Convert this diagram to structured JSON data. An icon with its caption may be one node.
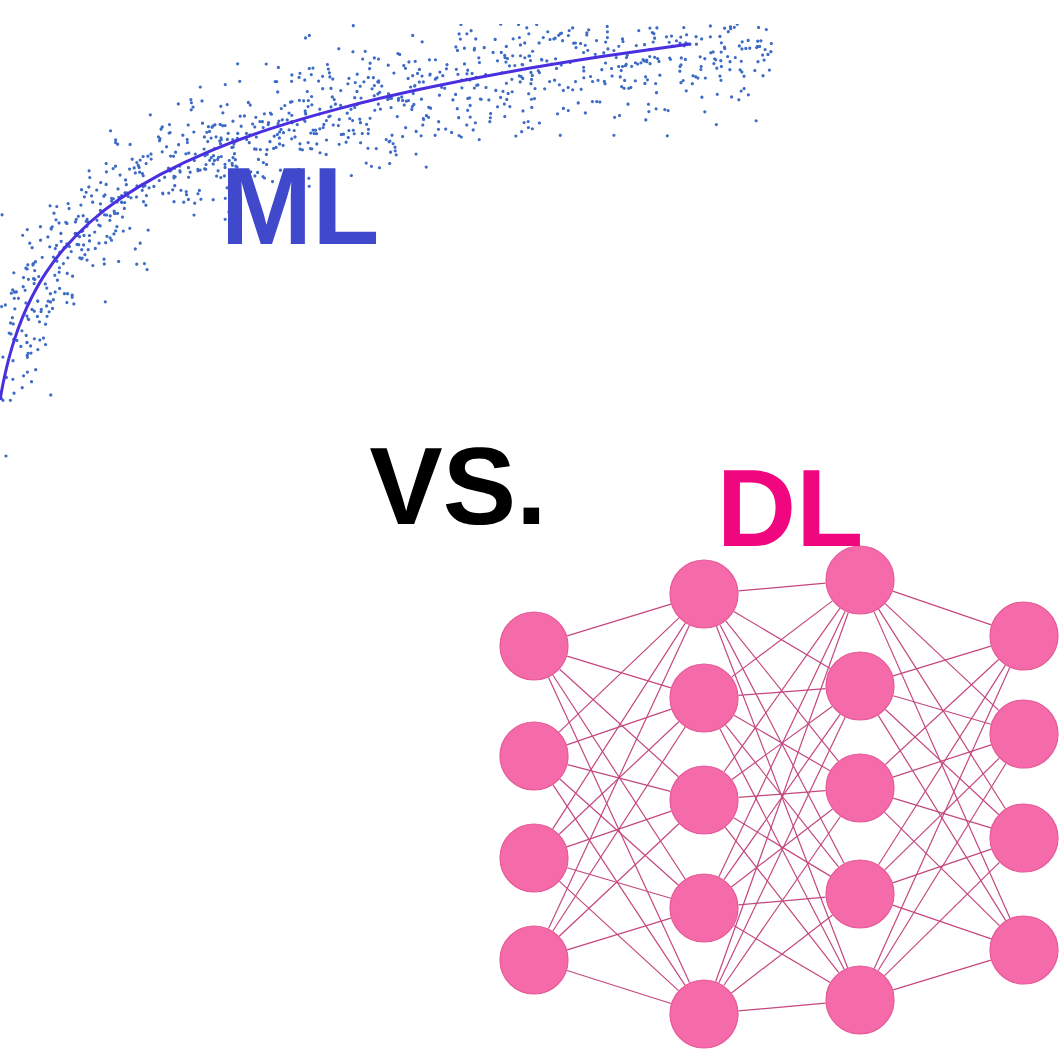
{
  "diagram": {
    "nodes": [
      {
        "text": [],
        "shape": "circle"
      },
      {
        "text": [],
        "shape": "circle"
      },
      {
        "text": [],
        "shape": "circle"
      },
      {
        "text": [],
        "shape": "circle"
      },
      {
        "text": [],
        "shape": "circle"
      },
      {
        "text": [],
        "shape": "circle"
      },
      {
        "text": [],
        "shape": "circle"
      },
      {
        "text": [],
        "shape": "circle"
      },
      {
        "text": [],
        "shape": "circle"
      },
      {
        "text": [],
        "shape": "circle"
      },
      {
        "text": [],
        "shape": "circle"
      },
      {
        "text": [],
        "shape": "circle"
      },
      {
        "text": [],
        "shape": "circle"
      },
      {
        "text": [],
        "shape": "circle"
      },
      {
        "text": [],
        "shape": "circle"
      },
      {
        "text": [],
        "shape": "circle"
      },
      {
        "text": [],
        "shape": "circle"
      },
      {
        "text": [],
        "shape": "circle"
      }
    ],
    "edges": [
      {
        "from": 0,
        "to": 4,
        "arrow": "none"
      },
      {
        "from": 0,
        "to": 5,
        "arrow": "none"
      },
      {
        "from": 0,
        "to": 6,
        "arrow": "none"
      },
      {
        "from": 0,
        "to": 7,
        "arrow": "none"
      },
      {
        "from": 0,
        "to": 8,
        "arrow": "none"
      },
      {
        "from": 1,
        "to": 4,
        "arrow": "none"
      },
      {
        "from": 1,
        "to": 5,
        "arrow": "none"
      },
      {
        "from": 1,
        "to": 6,
        "arrow": "none"
      },
      {
        "from": 1,
        "to": 7,
        "arrow": "none"
      },
      {
        "from": 1,
        "to": 8,
        "arrow": "none"
      },
      {
        "from": 2,
        "to": 4,
        "arrow": "none"
      },
      {
        "from": 2,
        "to": 5,
        "arrow": "none"
      },
      {
        "from": 2,
        "to": 6,
        "arrow": "none"
      },
      {
        "from": 2,
        "to": 7,
        "arrow": "none"
      },
      {
        "from": 2,
        "to": 8,
        "arrow": "none"
      },
      {
        "from": 3,
        "to": 4,
        "arrow": "none"
      },
      {
        "from": 3,
        "to": 5,
        "arrow": "none"
      },
      {
        "from": 3,
        "to": 6,
        "arrow": "none"
      },
      {
        "from": 3,
        "to": 7,
        "arrow": "none"
      },
      {
        "from": 3,
        "to": 8,
        "arrow": "none"
      },
      {
        "from": 4,
        "to": 9,
        "arrow": "none"
      },
      {
        "from": 4,
        "to": 10,
        "arrow": "none"
      },
      {
        "from": 4,
        "to": 11,
        "arrow": "none"
      },
      {
        "from": 4,
        "to": 12,
        "arrow": "none"
      },
      {
        "from": 4,
        "to": 13,
        "arrow": "none"
      },
      {
        "from": 5,
        "to": 9,
        "arrow": "none"
      },
      {
        "from": 5,
        "to": 10,
        "arrow": "none"
      },
      {
        "from": 5,
        "to": 11,
        "arrow": "none"
      },
      {
        "from": 5,
        "to": 12,
        "arrow": "none"
      },
      {
        "from": 5,
        "to": 13,
        "arrow": "none"
      },
      {
        "from": 6,
        "to": 9,
        "arrow": "none"
      },
      {
        "from": 6,
        "to": 10,
        "arrow": "none"
      },
      {
        "from": 6,
        "to": 11,
        "arrow": "none"
      },
      {
        "from": 6,
        "to": 12,
        "arrow": "none"
      },
      {
        "from": 6,
        "to": 13,
        "arrow": "none"
      },
      {
        "from": 7,
        "to": 9,
        "arrow": "none"
      },
      {
        "from": 7,
        "to": 10,
        "arrow": "none"
      },
      {
        "from": 7,
        "to": 11,
        "arrow": "none"
      },
      {
        "from": 7,
        "to": 12,
        "arrow": "none"
      },
      {
        "from": 7,
        "to": 13,
        "arrow": "none"
      },
      {
        "from": 8,
        "to": 9,
        "arrow": "none"
      },
      {
        "from": 8,
        "to": 10,
        "arrow": "none"
      },
      {
        "from": 8,
        "to": 11,
        "arrow": "none"
      },
      {
        "from": 8,
        "to": 12,
        "arrow": "none"
      },
      {
        "from": 8,
        "to": 13,
        "arrow": "none"
      },
      {
        "from": 9,
        "to": 14,
        "arrow": "none"
      },
      {
        "from": 9,
        "to": 15,
        "arrow": "none"
      },
      {
        "from": 9,
        "to": 16,
        "arrow": "none"
      },
      {
        "from": 9,
        "to": 17,
        "arrow": "none"
      },
      {
        "from": 10,
        "to": 14,
        "arrow": "none"
      },
      {
        "from": 10,
        "to": 15,
        "arrow": "none"
      },
      {
        "from": 10,
        "to": 16,
        "arrow": "none"
      },
      {
        "from": 10,
        "to": 17,
        "arrow": "none"
      },
      {
        "from": 11,
        "to": 14,
        "arrow": "none"
      },
      {
        "from": 11,
        "to": 15,
        "arrow": "none"
      },
      {
        "from": 11,
        "to": 16,
        "arrow": "none"
      },
      {
        "from": 11,
        "to": 17,
        "arrow": "none"
      },
      {
        "from": 12,
        "to": 14,
        "arrow": "none"
      },
      {
        "from": 12,
        "to": 15,
        "arrow": "none"
      },
      {
        "from": 12,
        "to": 16,
        "arrow": "none"
      },
      {
        "from": 12,
        "to": 17,
        "arrow": "none"
      },
      {
        "from": 13,
        "to": 14,
        "arrow": "none"
      },
      {
        "from": 13,
        "to": 15,
        "arrow": "none"
      },
      {
        "from": 13,
        "to": 16,
        "arrow": "none"
      },
      {
        "from": 13,
        "to": 17,
        "arrow": "none"
      }
    ],
    "labels": [
      "ML",
      "VS.",
      "DL"
    ]
  }
}
